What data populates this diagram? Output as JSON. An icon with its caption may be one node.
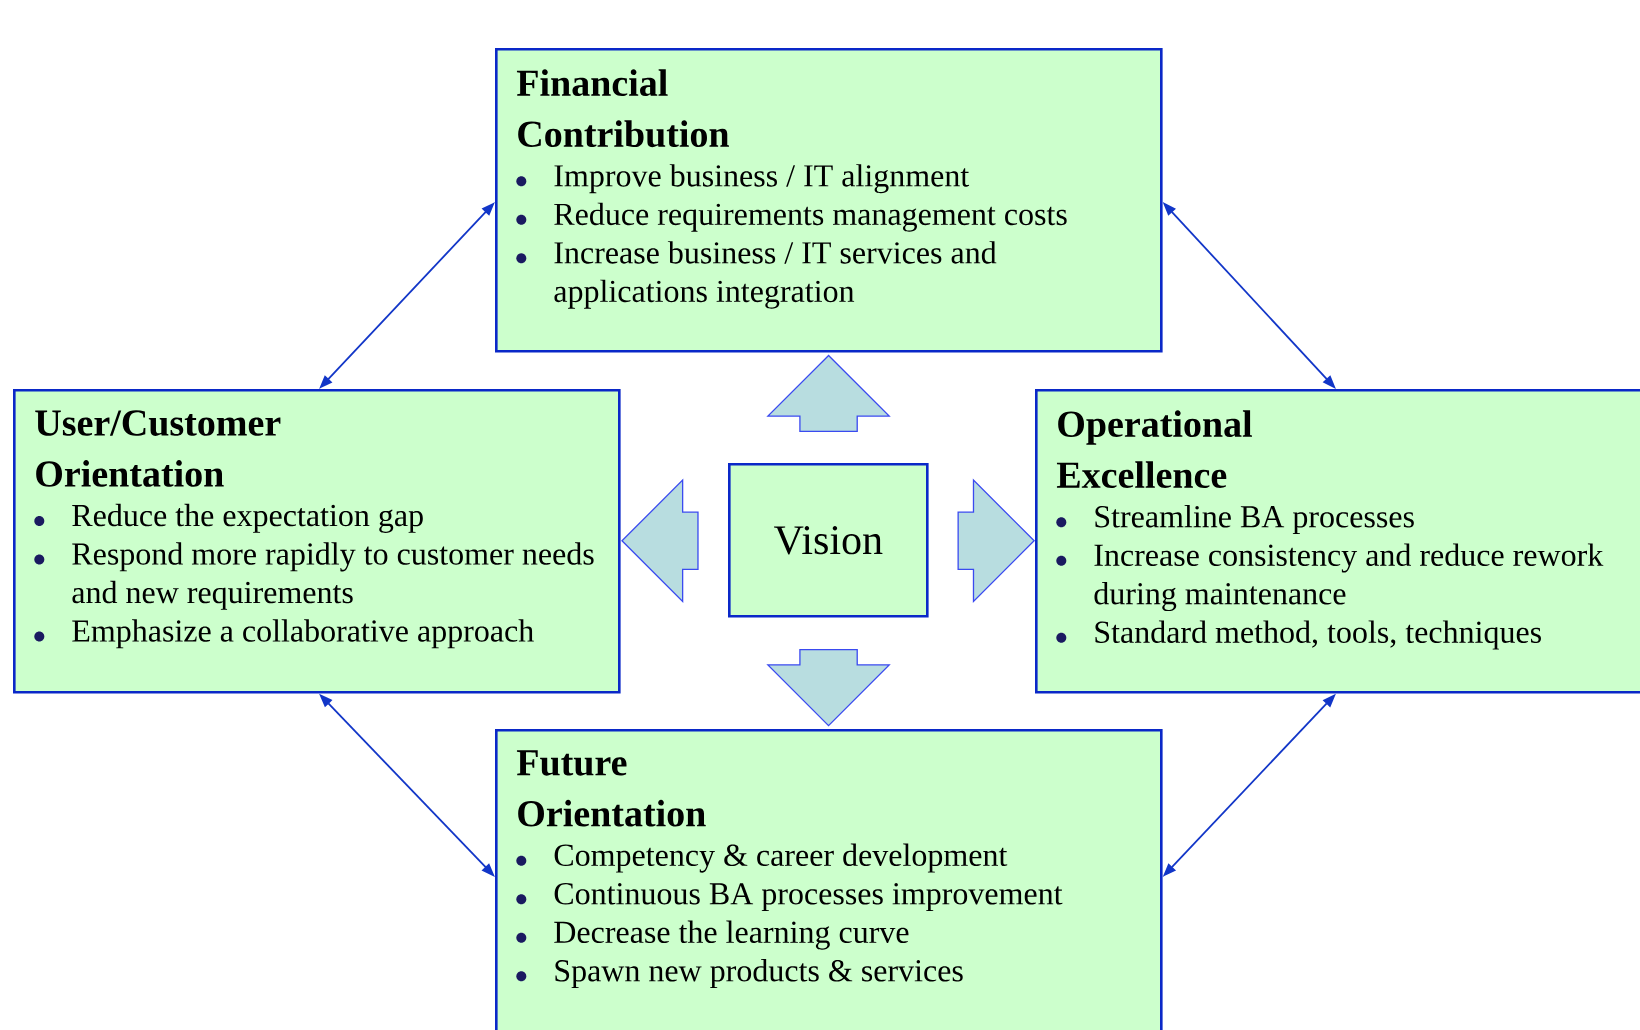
{
  "diagram": {
    "nodes": [
      {
        "text": [
          "Financial Contribution",
          "Improve business / IT alignment",
          "Reduce requirements management costs",
          "Increase business / IT services and applications integration"
        ]
      },
      {
        "text": [
          "User/Customer Orientation",
          "Reduce the expectation gap",
          "Respond more rapidly to customer needs and new requirements",
          "Emphasize a collaborative approach"
        ]
      },
      {
        "text": [
          "Vision"
        ]
      },
      {
        "text": [
          "Operational Excellence",
          "Streamline BA processes",
          "Increase consistency and reduce rework during maintenance",
          "Standard method, tools, techniques"
        ]
      },
      {
        "text": [
          "Future Orientation",
          "Competency & career development",
          "Continuous BA processes improvement",
          "Decrease the learning curve",
          "Spawn new products & services"
        ]
      }
    ],
    "edges": [
      {
        "from": 0,
        "to": 1,
        "arrow": "both"
      },
      {
        "from": 0,
        "to": 3,
        "arrow": "both"
      },
      {
        "from": 1,
        "to": 4,
        "arrow": "both"
      },
      {
        "from": 3,
        "to": 4,
        "arrow": "both"
      },
      {
        "from": 2,
        "to": 0,
        "arrow": "to",
        "style": "thick"
      },
      {
        "from": 2,
        "to": 1,
        "arrow": "to",
        "style": "thick"
      },
      {
        "from": 2,
        "to": 3,
        "arrow": "to",
        "style": "thick"
      },
      {
        "from": 2,
        "to": 4,
        "arrow": "to",
        "style": "thick"
      }
    ]
  }
}
